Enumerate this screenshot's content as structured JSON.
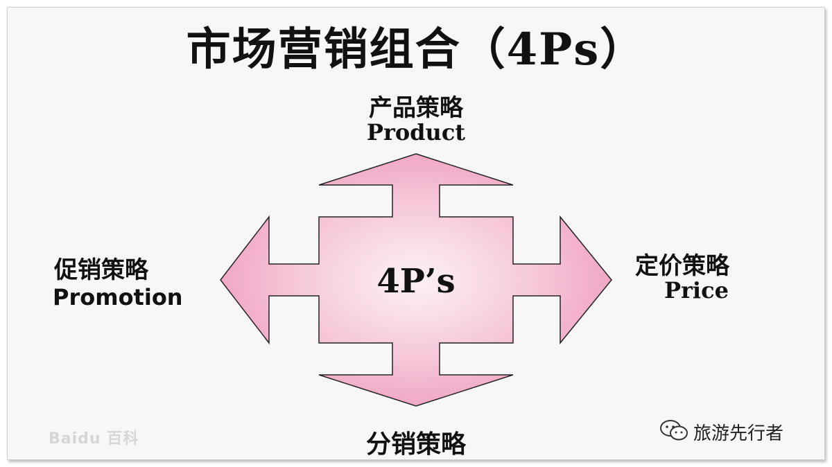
{
  "title": "市场营销组合（4Ps）",
  "center_label": "4P’s",
  "strategies": {
    "product": {
      "cn": "产品策略",
      "en": "Product"
    },
    "promotion": {
      "cn": "促销策略",
      "en": "Promotion"
    },
    "price": {
      "cn": "定价策略",
      "en": "Price"
    },
    "place": {
      "cn": "分销策略"
    }
  },
  "watermark": "Baidu 百科",
  "brand": {
    "name": "旅游先行者",
    "icon": "wechat-icon"
  },
  "colors": {
    "arrow_fill": "#f3b8cf",
    "arrow_center": "#fce8f0",
    "arrow_stroke": "#222222"
  }
}
